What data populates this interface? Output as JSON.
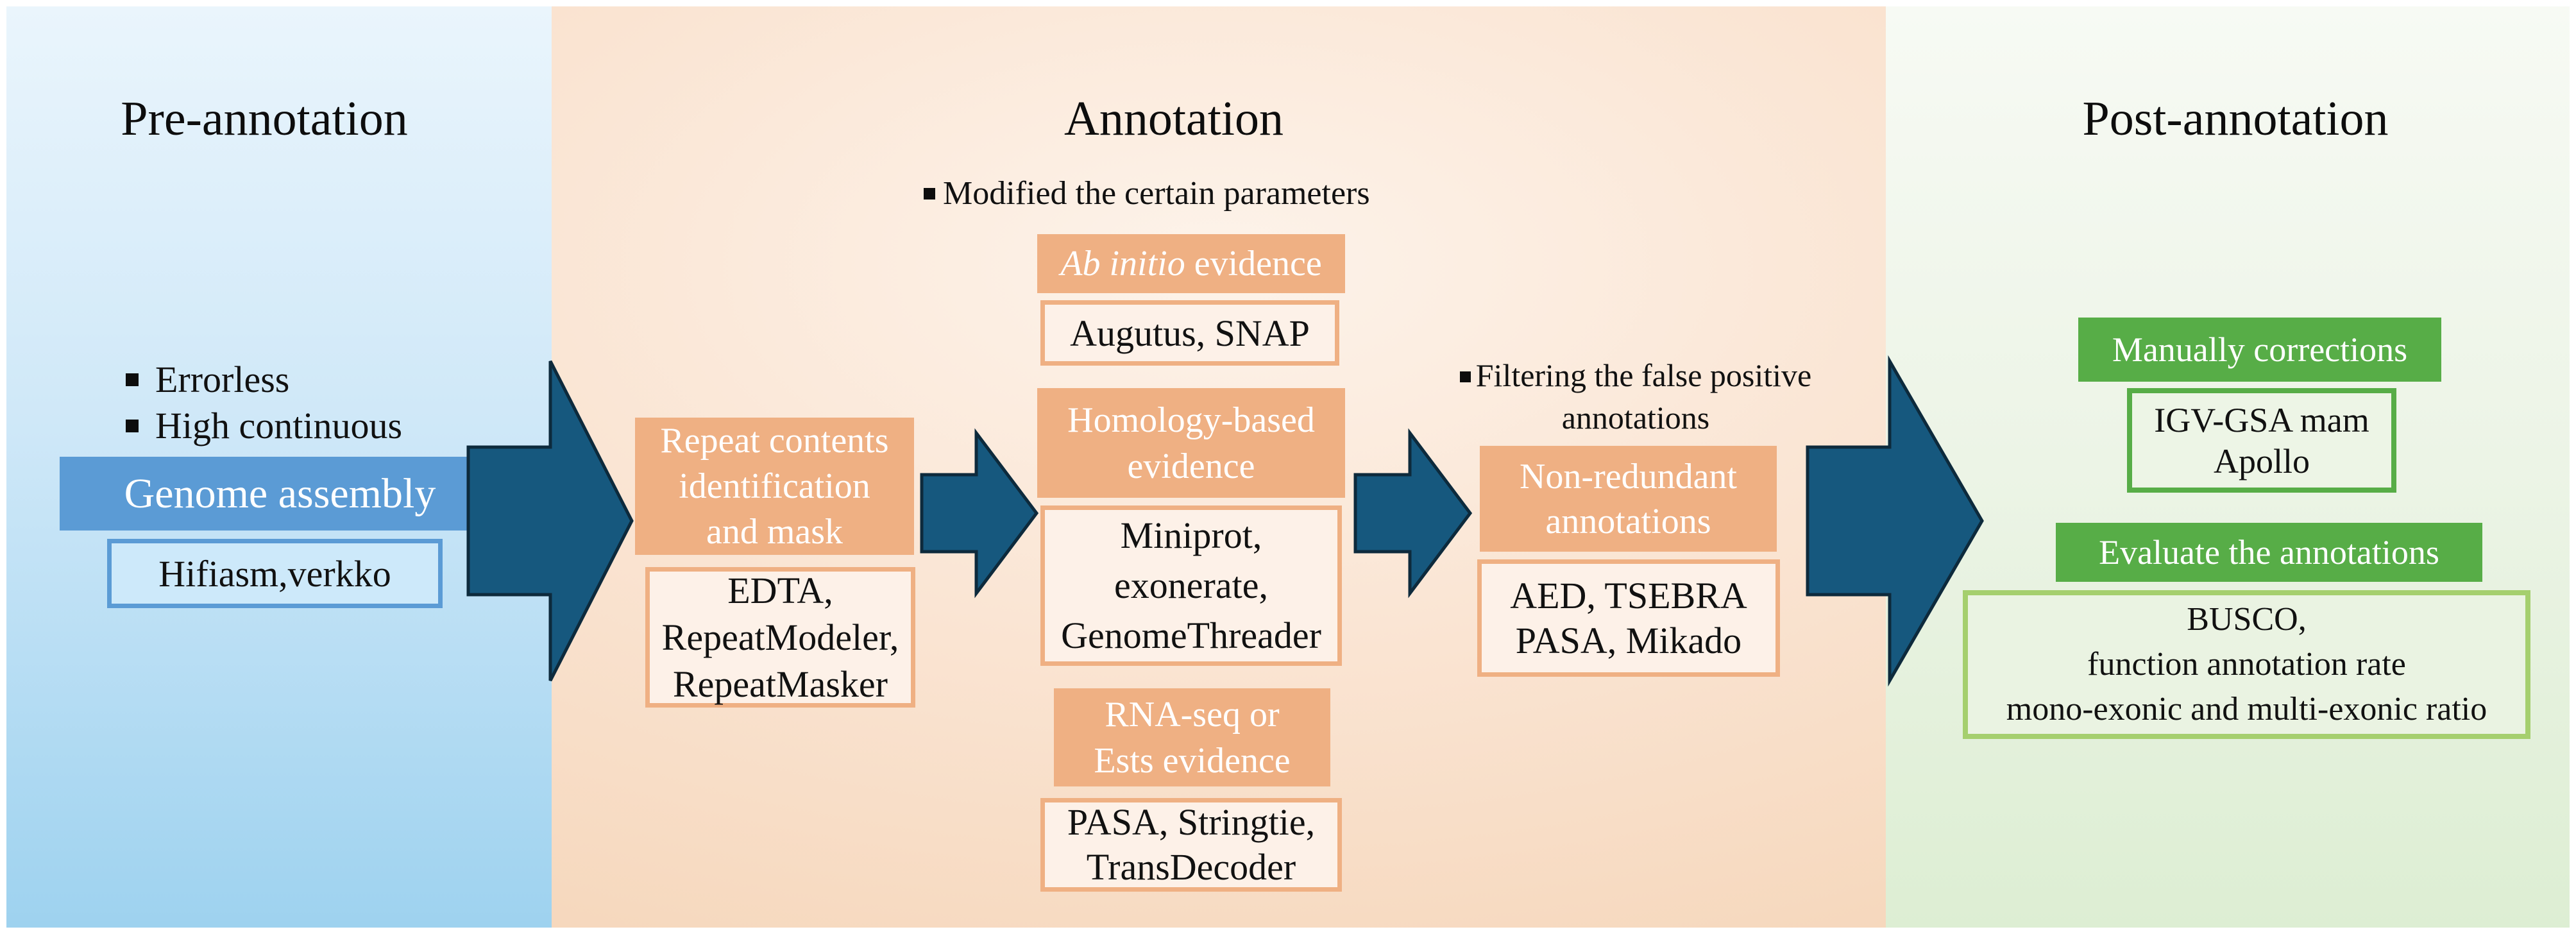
{
  "pre_annotation": {
    "title": "Pre-annotation",
    "bullets": [
      "Errorless",
      "High continuous"
    ],
    "assembly_box_label": "Genome assembly",
    "assembly_tools": "Hifiasm,verkko"
  },
  "annotation": {
    "title": "Annotation",
    "bullet_parameters": "Modified the certain parameters",
    "repeat_box_lines": [
      "Repeat contents",
      "identification",
      "and mask"
    ],
    "repeat_tools_lines": [
      "EDTA,",
      "RepeatModeler,",
      "RepeatMasker"
    ],
    "ab_initio_italic": "Ab initio",
    "ab_initio_rest": " evidence",
    "ab_initio_tools": "Augutus, SNAP",
    "homology_lines": [
      "Homology-based",
      "evidence"
    ],
    "homology_tools_lines": [
      "Miniprot,",
      "exonerate,",
      "GenomeThreader"
    ],
    "rna_lines": [
      "RNA-seq or",
      "Ests evidence"
    ],
    "rna_tools_lines": [
      "PASA, Stringtie,",
      "TransDecoder"
    ],
    "bullet_filter_line1": "Filtering the false positive",
    "bullet_filter_line2": "annotations",
    "nonredundant_lines": [
      "Non-redundant",
      "annotations"
    ],
    "nonredundant_tools_lines": [
      "AED, TSEBRA",
      "PASA, Mikado"
    ]
  },
  "post_annotation": {
    "title": "Post-annotation",
    "manual_box_label": "Manually corrections",
    "manual_tools_lines": [
      "IGV-GSA mam",
      "Apollo"
    ],
    "evaluate_box_label": "Evaluate the annotations",
    "evaluate_tools_lines": [
      "BUSCO,",
      "function annotation rate",
      "mono-exonic and multi-exonic ratio"
    ]
  },
  "colors": {
    "pre_panel_blue_top": "#eaf5fc",
    "pre_panel_blue_bottom": "#9ed2ef",
    "annotation_panel_orange": "#f9e2cf",
    "post_panel_green": "#e8f2df",
    "solid_blue_box": "#5b9bd5",
    "solid_orange_box": "#efb083",
    "solid_green_box": "#57ad47",
    "light_green_border": "#a5cf6e",
    "arrow_fill": "#16587e",
    "arrow_outline": "#0d2a3c",
    "text_black": "#0d0d0d",
    "text_white": "#ffffff"
  }
}
